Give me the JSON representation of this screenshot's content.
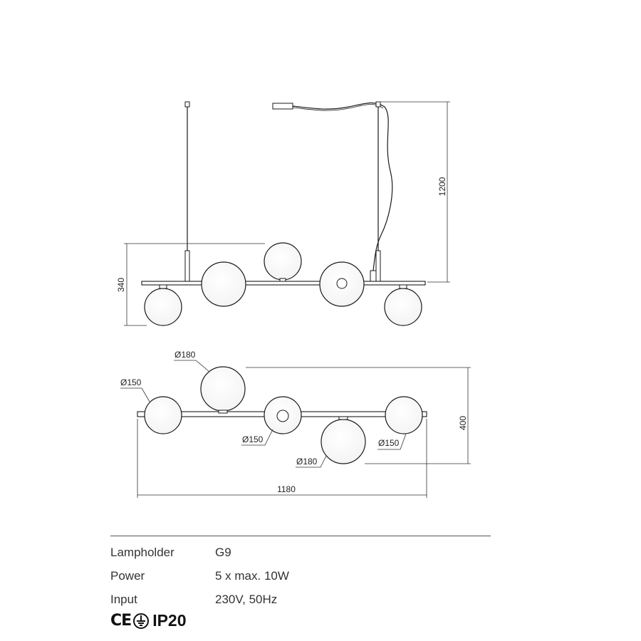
{
  "dimensions": {
    "cable_length": "1200",
    "side_height": "340",
    "top_depth": "400",
    "top_width": "1180",
    "globe_callouts": [
      "Ø180",
      "Ø150",
      "Ø150",
      "Ø180",
      "Ø150"
    ]
  },
  "specs": [
    {
      "label": "Lampholder",
      "value": "G9"
    },
    {
      "label": "Power",
      "value": "5 x max. 10W"
    },
    {
      "label": "Input",
      "value": "230V, 50Hz"
    }
  ],
  "certifications": {
    "ce_mark": "CE",
    "protection_rating": "IP20"
  },
  "icons": [
    "ce-mark-icon",
    "earth-ground-icon"
  ]
}
